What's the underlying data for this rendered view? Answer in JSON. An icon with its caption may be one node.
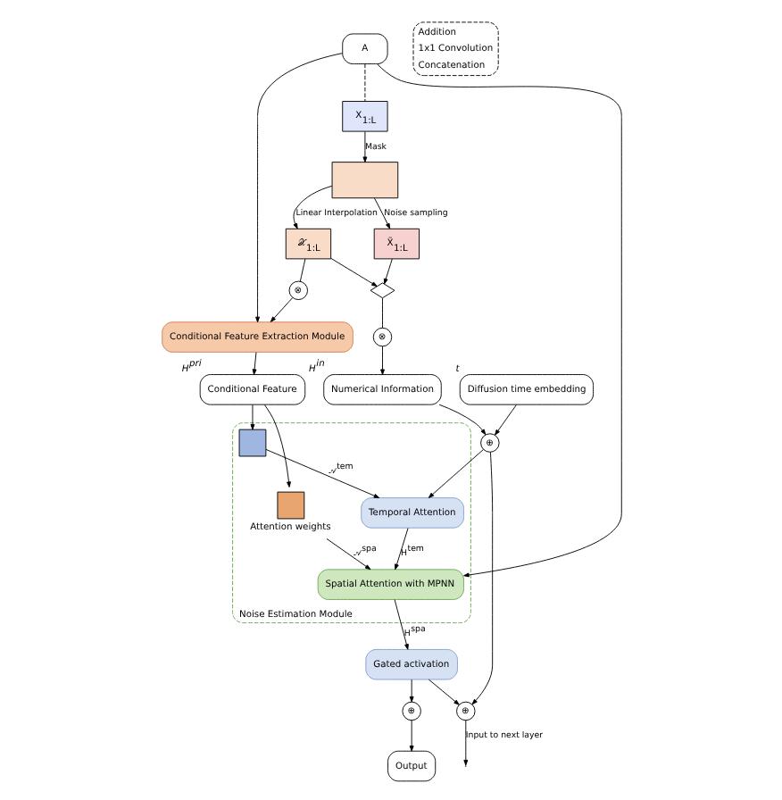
{
  "diagram": {
    "nodes": [
      {
        "text": [
          "A"
        ]
      },
      {
        "text": [
          "X$_{1:L}$"
        ]
      },
      {
        "text": [],
        "shape": "box"
      },
      {
        "text": [
          "𝒳$_{1:L}$"
        ]
      },
      {
        "text": [
          "X̃$_{1:L}$"
        ]
      },
      {
        "text": [],
        "shape": "diamond"
      },
      {
        "text": [
          "⊗"
        ]
      },
      {
        "text": [
          "⊗"
        ]
      },
      {
        "text": [
          "Numerical Information"
        ],
        "beside": [
          "H$^{in}$"
        ]
      },
      {
        "text": [
          "Conditional Feature Extraction Module"
        ]
      },
      {
        "text": [
          "Conditional Feature"
        ],
        "beside": [
          "H$^{pri}$"
        ]
      },
      {
        "text": [
          "Diffusion time embedding"
        ],
        "beside": [
          "t"
        ]
      },
      {
        "text": [
          "Noise Estimation Module"
        ]
      },
      {
        "text": [],
        "shape": "box",
        "in": 12
      },
      {
        "text": [
          "Temporal Attention"
        ],
        "in": 12
      },
      {
        "text": [],
        "shape": "box",
        "in": 12,
        "beside": [
          "Attention weights"
        ]
      },
      {
        "text": [
          "Spatial Attention with MPNN"
        ],
        "in": 12
      },
      {
        "text": [
          "⊕"
        ]
      },
      {
        "text": [
          "Gated activation"
        ]
      },
      {
        "text": [
          "⊕"
        ]
      },
      {
        "text": [
          "⊕"
        ]
      },
      {
        "text": [
          "Output"
        ]
      }
    ],
    "edges": [
      {
        "from": 0,
        "to": 1,
        "arrow": "none",
        "style": "dashed"
      },
      {
        "from": 1,
        "to": 2,
        "arrow": "to",
        "label": "Mask"
      },
      {
        "from": 2,
        "to": 3,
        "arrow": "to",
        "label": "Linear Interpolation"
      },
      {
        "from": 2,
        "to": 4,
        "arrow": "to",
        "label": "Noise sampling"
      },
      {
        "from": 3,
        "to": 5,
        "arrow": "to"
      },
      {
        "from": 4,
        "to": 5,
        "arrow": "to"
      },
      {
        "from": 3,
        "to": 6,
        "arrow": "none"
      },
      {
        "from": 6,
        "to": 9,
        "arrow": "to"
      },
      {
        "from": 5,
        "to": 7,
        "arrow": "none"
      },
      {
        "from": 7,
        "to": 8,
        "arrow": "to"
      },
      {
        "from": 0,
        "to": 9,
        "arrow": "to"
      },
      {
        "from": 9,
        "to": 10,
        "arrow": "to"
      },
      {
        "from": 0,
        "to": 16,
        "arrow": "to"
      },
      {
        "from": 10,
        "to": 13,
        "arrow": "to"
      },
      {
        "from": 10,
        "to": 15,
        "arrow": "to"
      },
      {
        "from": 8,
        "to": 17,
        "arrow": "to"
      },
      {
        "from": 11,
        "to": 17,
        "arrow": "to"
      },
      {
        "from": 17,
        "to": 14,
        "arrow": "to"
      },
      {
        "from": 13,
        "to": 14,
        "arrow": "to",
        "label": "𝒜$^{tem}$"
      },
      {
        "from": 15,
        "to": 16,
        "arrow": "to",
        "label": "𝒜$^{spa}$"
      },
      {
        "from": 14,
        "to": 16,
        "arrow": "to",
        "label": "H$^{tem}$"
      },
      {
        "from": 16,
        "to": 18,
        "arrow": "to",
        "label": "H$^{spa}$"
      },
      {
        "from": 18,
        "to": 19,
        "arrow": "to"
      },
      {
        "from": 17,
        "to": 19,
        "arrow": "to"
      },
      {
        "from": 18,
        "to": 20,
        "arrow": "to"
      },
      {
        "from": 19,
        "to": null,
        "arrow": "to",
        "label": "Input to next layer"
      },
      {
        "from": 20,
        "to": 21,
        "arrow": "to"
      }
    ],
    "legend": [
      {
        "text": "Addition"
      },
      {
        "text": "1x1 Convolution"
      },
      {
        "text": "Concatenation"
      }
    ]
  }
}
